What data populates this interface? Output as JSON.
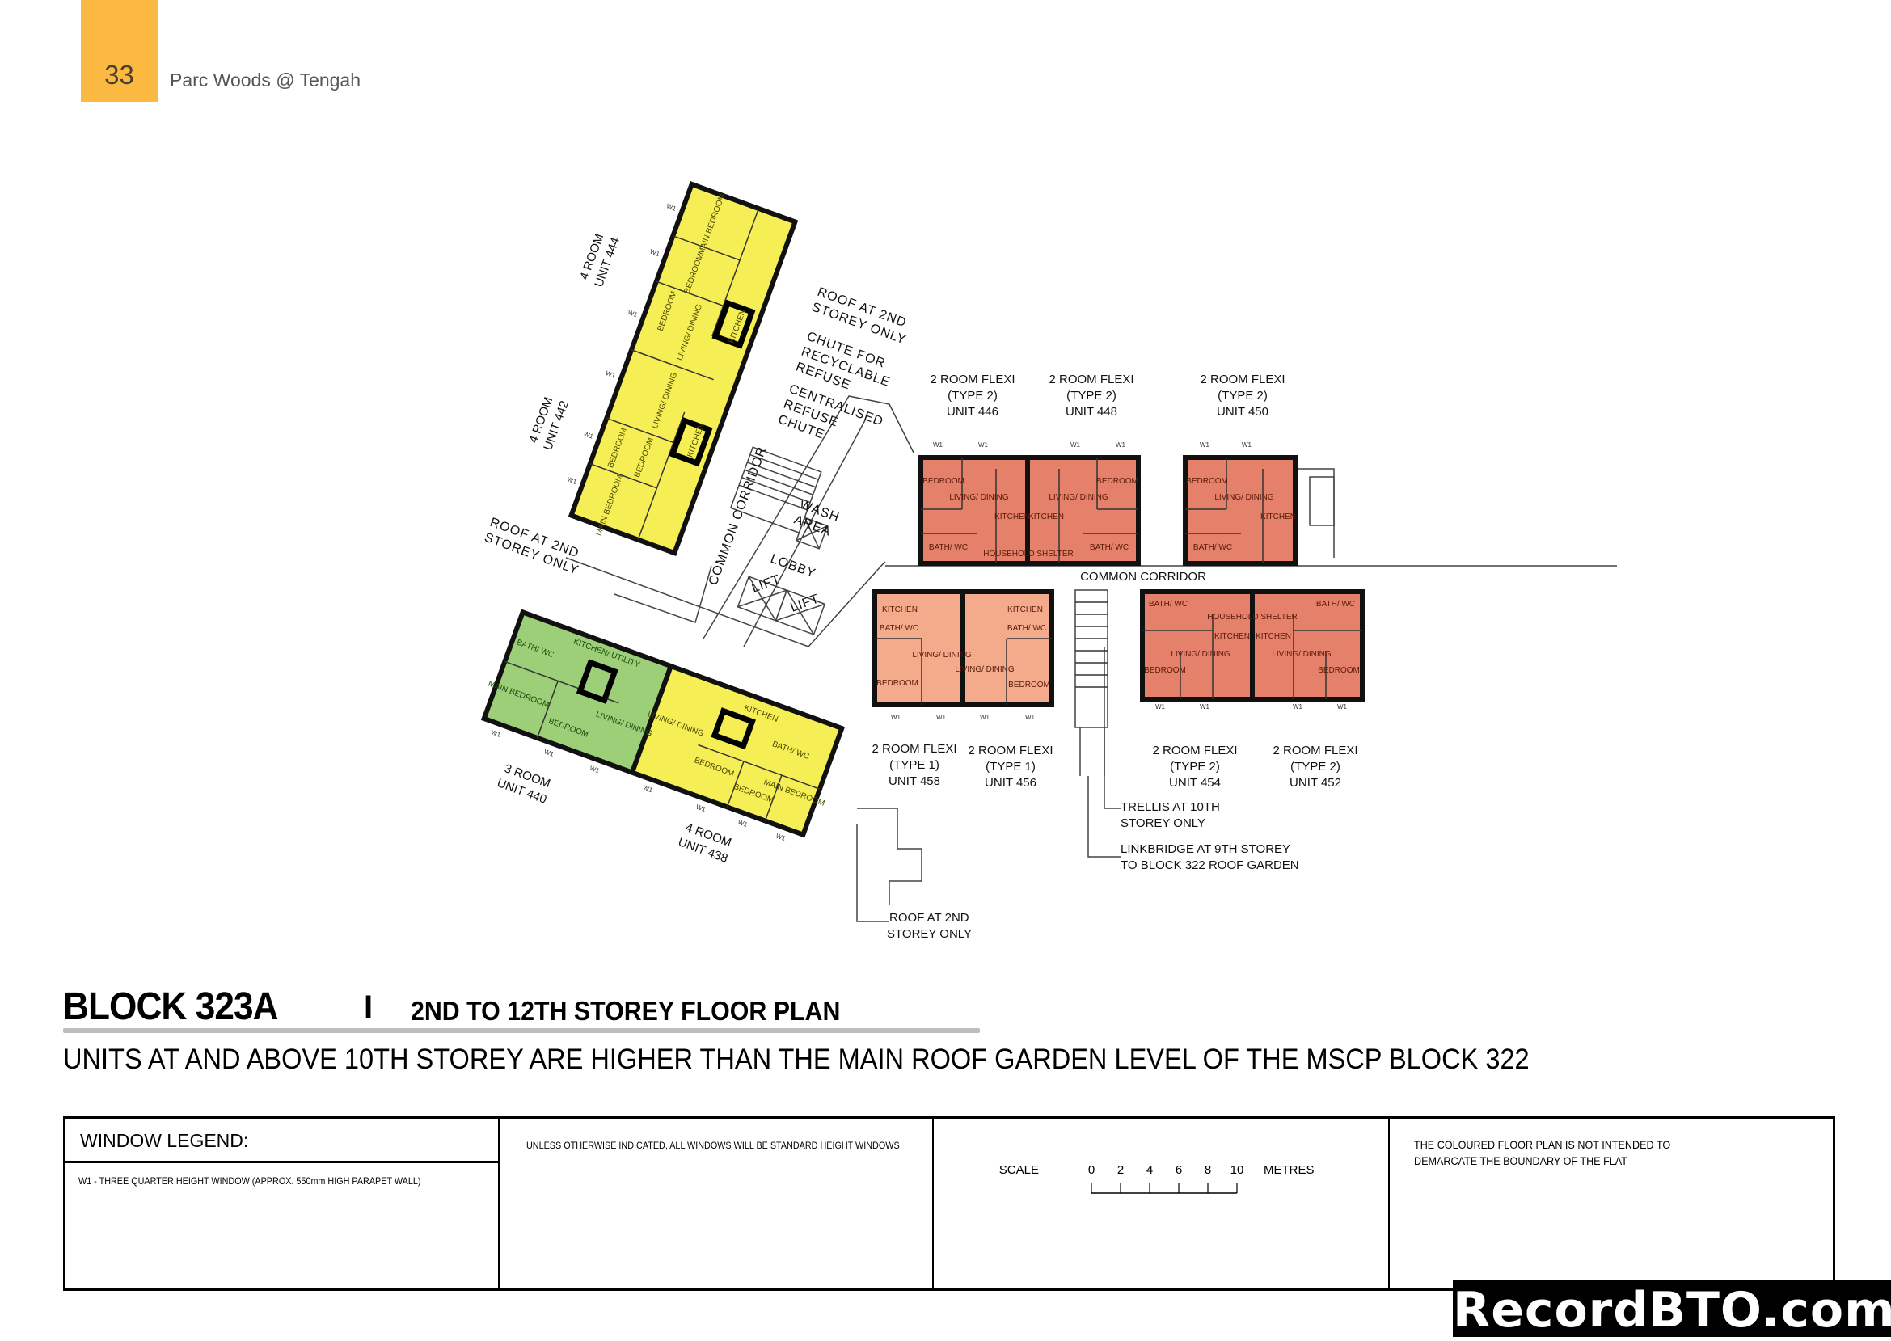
{
  "header": {
    "page_number": "33",
    "document_title": "Parc Woods @ Tengah",
    "accent_color": "#fbb941"
  },
  "title": {
    "block": "BLOCK 323A",
    "separator": "I",
    "plan_name": "2ND TO 12TH STOREY FLOOR PLAN",
    "note": "UNITS AT AND ABOVE 10TH STOREY ARE HIGHER THAN THE MAIN ROOF GARDEN LEVEL OF THE MSCP BLOCK 322"
  },
  "plan": {
    "colors": {
      "four_room": "#f6ee55",
      "three_room": "#9ccf78",
      "flexi_type2": "#e5806a",
      "flexi_type1": "#f4ab8c"
    },
    "window_tag": "W1",
    "units": {
      "u444": [
        "4 ROOM",
        "UNIT 444"
      ],
      "u442": [
        "4 ROOM",
        "UNIT 442"
      ],
      "u440": [
        "3 ROOM",
        "UNIT 440"
      ],
      "u438": [
        "4 ROOM",
        "UNIT 438"
      ],
      "u446": [
        "2 ROOM FLEXI",
        "(TYPE 2)",
        "UNIT 446"
      ],
      "u448": [
        "2 ROOM FLEXI",
        "(TYPE 2)",
        "UNIT 448"
      ],
      "u450": [
        "2 ROOM FLEXI",
        "(TYPE 2)",
        "UNIT 450"
      ],
      "u458": [
        "2 ROOM FLEXI",
        "(TYPE 1)",
        "UNIT 458"
      ],
      "u456": [
        "2 ROOM FLEXI",
        "(TYPE 1)",
        "UNIT 456"
      ],
      "u454": [
        "2 ROOM FLEXI",
        "(TYPE 2)",
        "UNIT 454"
      ],
      "u452": [
        "2 ROOM FLEXI",
        "(TYPE 2)",
        "UNIT 452"
      ]
    },
    "rooms": {
      "bedroom": "BEDROOM",
      "main_bedroom": "MAIN BEDROOM",
      "living_dining": "LIVING/ DINING",
      "kitchen": "KITCHEN",
      "kitchen_utility": "KITCHEN/ UTILITY",
      "bath": "BATH/ WC",
      "shelter": "HOUSEHOLD SHELTER"
    },
    "annotations": {
      "roof_left": [
        "ROOF AT 2ND",
        "STOREY ONLY"
      ],
      "roof_top": [
        "ROOF AT 2ND",
        "STOREY ONLY"
      ],
      "roof_bottom": [
        "ROOF AT 2ND",
        "STOREY ONLY"
      ],
      "chute_recyclable": [
        "CHUTE FOR",
        "RECYCLABLE",
        "REFUSE"
      ],
      "centralised_chute": [
        "CENTRALISED",
        "REFUSE",
        "CHUTE"
      ],
      "wash_area": [
        "WASH",
        "AREA"
      ],
      "lobby": "LOBBY",
      "lift": "LIFT",
      "common_corridor": "COMMON CORRIDOR",
      "trellis": [
        "TRELLIS  AT 10TH",
        "STOREY ONLY"
      ],
      "linkbridge": [
        "LINKBRIDGE AT 9TH STOREY",
        "TO BLOCK 322 ROOF GARDEN"
      ]
    }
  },
  "legend": {
    "title": "WINDOW LEGEND:",
    "w1": "W1  -  THREE QUARTER HEIGHT WINDOW (APPROX. 550mm HIGH PARAPET WALL)",
    "standard": "UNLESS OTHERWISE INDICATED,  ALL WINDOWS WILL BE STANDARD HEIGHT WINDOWS",
    "scale_label": "SCALE",
    "scale_ticks": [
      "0",
      "2",
      "4",
      "6",
      "8",
      "10"
    ],
    "scale_unit": "METRES",
    "disclaimer": "THE COLOURED FLOOR PLAN IS NOT INTENDED TO DEMARCATE THE BOUNDARY OF THE FLAT"
  },
  "watermark": "RecordBTO.com"
}
